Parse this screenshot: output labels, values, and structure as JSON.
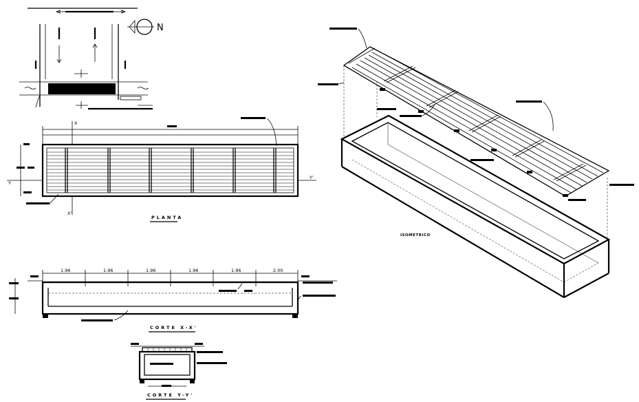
{
  "north": {
    "letter": "N"
  },
  "plan": {
    "title": "PLANTA",
    "cut_marks": [
      "X",
      "Y",
      "X'",
      "Y'"
    ]
  },
  "section_x": {
    "title": "CORTE  X-X'",
    "dimensions": [
      "1.96",
      "1.96",
      "1.96",
      "1.96",
      "1.96",
      "2.00"
    ]
  },
  "section_y": {
    "title": "CORTE  Y-Y'"
  },
  "isometric": {
    "title": "ISOMETRICO"
  },
  "colors": {
    "line": "#000000",
    "background": "#ffffff"
  }
}
